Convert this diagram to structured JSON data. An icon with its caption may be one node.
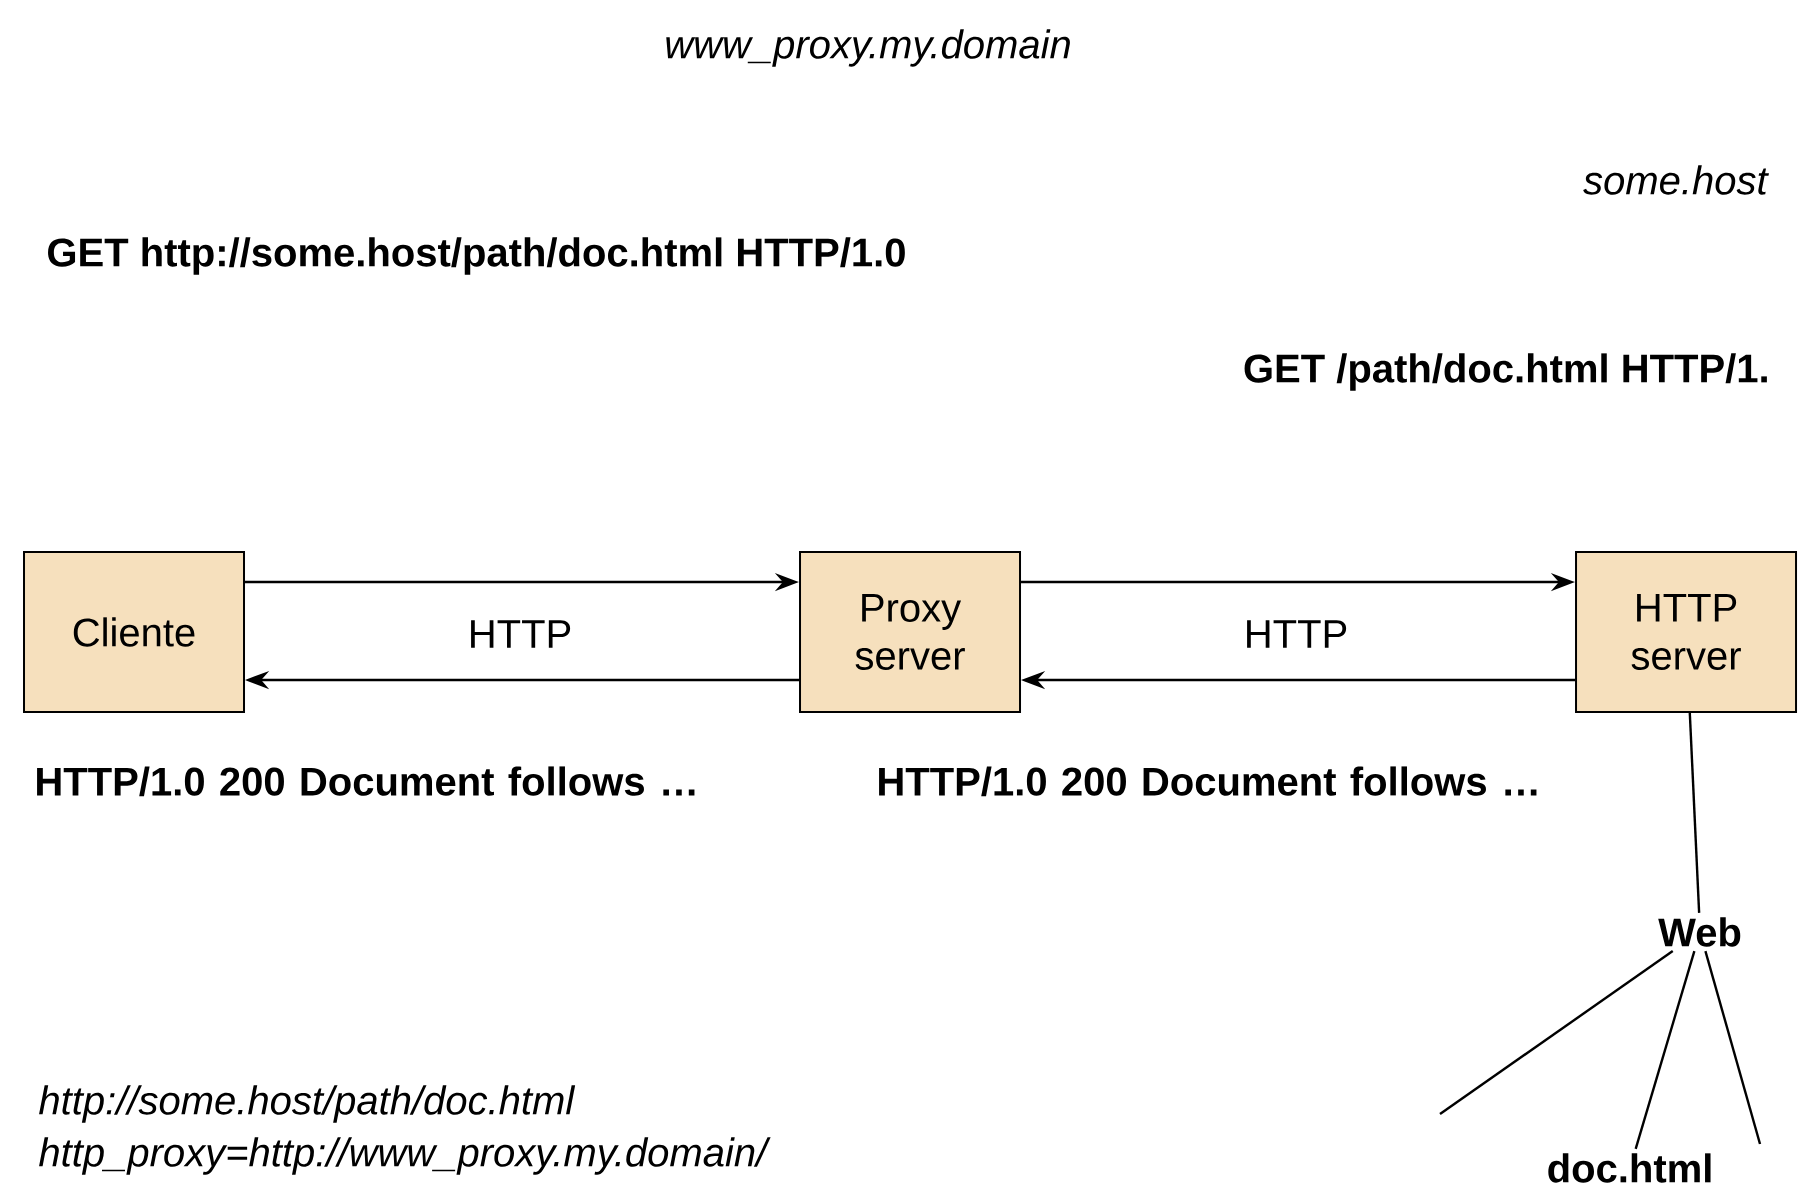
{
  "diagram": {
    "nodes": [
      {
        "text": [
          "Cliente"
        ]
      },
      {
        "text": [
          "Proxy server"
        ]
      },
      {
        "text": [
          "HTTP server"
        ]
      },
      {
        "text": [
          "Web"
        ]
      },
      {
        "text": [
          "doc.html"
        ]
      }
    ],
    "edges": [
      {
        "from": 0,
        "to": 1,
        "arrow": "to"
      },
      {
        "from": 1,
        "to": 0,
        "arrow": "to"
      },
      {
        "from": 1,
        "to": 2,
        "arrow": "to"
      },
      {
        "from": 2,
        "to": 1,
        "arrow": "to"
      },
      {
        "from": 2,
        "to": 3,
        "arrow": "none"
      },
      {
        "from": 3,
        "to": null,
        "arrow": "none"
      },
      {
        "from": 3,
        "to": 4,
        "arrow": "none"
      },
      {
        "from": 3,
        "to": null,
        "arrow": "none"
      }
    ],
    "labels": [
      "www_proxy.my.domain",
      "some.host",
      "GET http://some.host/path/doc.html HTTP/1.0",
      "GET /path/doc.html HTTP/1.",
      "HTTP",
      "HTTP",
      "HTTP/1.0 200 Document follows …",
      "HTTP/1.0 200 Document follows …",
      "http://some.host/path/doc.html",
      "http_proxy=http://www_proxy.my.domain/"
    ]
  }
}
